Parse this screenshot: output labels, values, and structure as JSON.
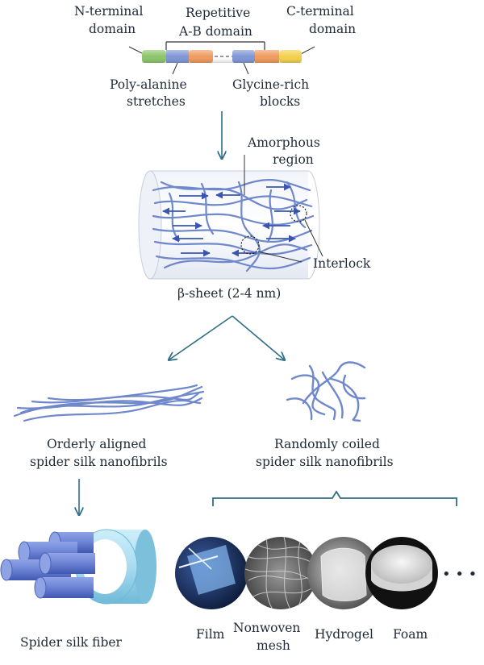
{
  "labels": {
    "n_terminal_line1": "N-terminal",
    "n_terminal_line2": "domain",
    "repetitive_line1": "Repetitive",
    "repetitive_line2": "A-B domain",
    "c_terminal_line1": "C-terminal",
    "c_terminal_line2": "domain",
    "poly_alanine_line1": "Poly-alanine",
    "poly_alanine_line2": "stretches",
    "glycine_line1": "Glycine-rich",
    "glycine_line2": "blocks",
    "amorphous_line1": "Amorphous",
    "amorphous_line2": "region",
    "interlock": "Interlock",
    "beta_sheet": "β-sheet (2-4 nm)",
    "orderly_line1": "Orderly aligned",
    "orderly_line2": "spider silk nanofibrils",
    "random_line1": "Randomly coiled",
    "random_line2": "spider silk nanofibrils",
    "spider_fiber": "Spider silk fiber",
    "film": "Film",
    "nonwoven_line1": "Nonwoven",
    "nonwoven_line2": "mesh",
    "hydrogel": "Hydrogel",
    "foam": "Foam",
    "ellipsis": "• • •"
  },
  "colors": {
    "n_domain": "#8cc56a",
    "a_block": "#7f96d6",
    "b_block": "#ef9a5e",
    "c_domain": "#f3d04a",
    "fibril": "#6f88cc",
    "arrow": "#2f6e86",
    "fiber_core": "#5b74c9",
    "fiber_sheath": "#a9dcf0"
  }
}
